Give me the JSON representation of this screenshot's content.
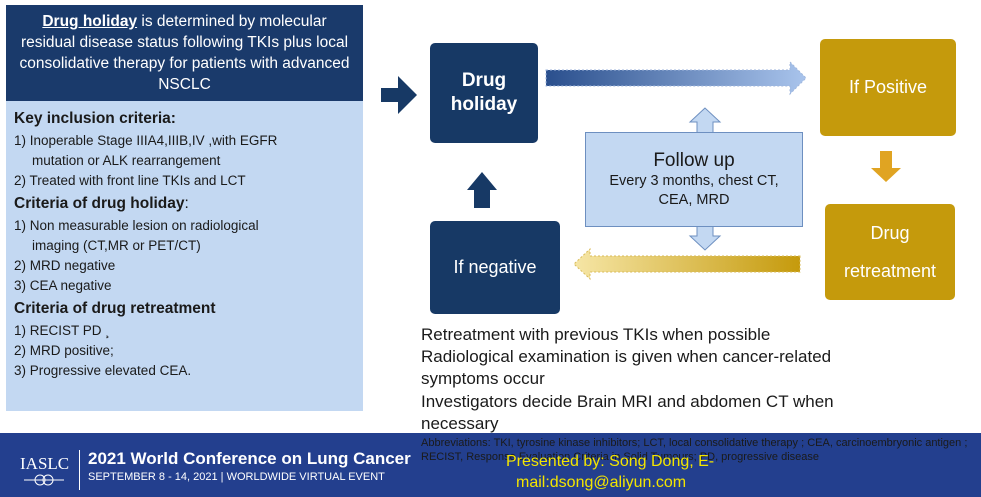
{
  "title": {
    "emphasis": "Drug holiday",
    "rest": " is determined by molecular residual disease status following TKIs plus local consolidative therapy for patients with advanced NSCLC"
  },
  "criteria": {
    "inclusion_head": "Key inclusion criteria:",
    "inclusion_items": [
      "1) Inoperable Stage  IIIA4,IIIB,IV ,with EGFR",
      "mutation or ALK rearrangement",
      "2) Treated with front line TKIs and LCT"
    ],
    "holiday_head": "Criteria of drug holiday",
    "holiday_head_colon": ":",
    "holiday_items": [
      "1) Non measurable lesion on radiological",
      "imaging (CT,MR or PET/CT)",
      "2) MRD negative",
      "3) CEA negative"
    ],
    "retreat_head": "Criteria of drug retreatment",
    "retreat_items": [
      "1) RECIST PD ¸",
      "2) MRD positive;",
      "3) Progressive  elevated  CEA."
    ]
  },
  "flow": {
    "drug_holiday": "Drug holiday",
    "if_negative": "If negative",
    "if_positive": "If Positive",
    "retreatment_line1": "Drug",
    "retreatment_line2": "retreatment",
    "follow_title": "Follow up",
    "follow_line1": "Every 3 months, chest CT,",
    "follow_line2": "CEA,  MRD"
  },
  "notes": {
    "line1": "Retreatment with previous TKIs when possible",
    "line2": "Radiological examination is given when cancer-related",
    "line3": "symptoms occur",
    "line4": "Investigators decide Brain MRI and abdomen CT when",
    "line5": "necessary"
  },
  "footer": {
    "logo": "IASLC",
    "conference": "2021 World Conference on Lung Cancer",
    "subtitle": "SEPTEMBER 8 - 14, 2021 | WORLDWIDE VIRTUAL EVENT",
    "abbreviations": "Abbreviations: TKI, tyrosine kinase inhibitors; LCT, local consolidative therapy ; CEA, carcinoembryonic antigen ; RECIST, Response Evaluation Criteria in Solid Tumours; PD, progressive disease",
    "presenter_line1": "Presented by: Song Dong,  E-",
    "presenter_line2": "mail:dsong@aliyun.com"
  },
  "colors": {
    "navy": "#173965",
    "gold": "#c59a0c",
    "light_blue": "#c3d8f2",
    "footer_blue": "#233f8e",
    "presenter_yellow": "#f3e500"
  }
}
